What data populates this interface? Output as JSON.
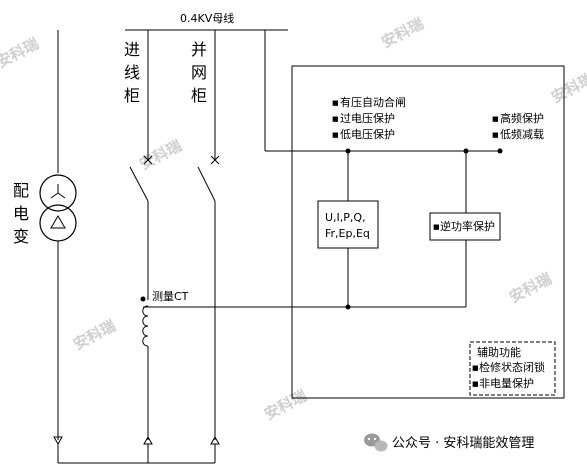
{
  "bus_label": "0.4KV母线",
  "feeder_labels": {
    "incoming": [
      "进",
      "线",
      "柜"
    ],
    "grid": [
      "并",
      "网",
      "柜"
    ],
    "transformer": [
      "配",
      "电",
      "变"
    ]
  },
  "ct_label": "测量CT",
  "protection_box": {
    "left_items": [
      "有压自动合闸",
      "过电压保护",
      "低电压保护"
    ],
    "right_items": [
      "高频保护",
      "低频减载"
    ]
  },
  "measure_box": [
    "U,I,P,Q,",
    "Fr,Ep,Eq"
  ],
  "reverse_power_box": "逆功率保护",
  "aux_box": {
    "title": "辅助功能",
    "items": [
      "检修状态闭锁",
      "非电量保护"
    ]
  },
  "watermark": "安科瑞",
  "footer_text": "公众号 · 安科瑞能效管理",
  "bullet": "■"
}
